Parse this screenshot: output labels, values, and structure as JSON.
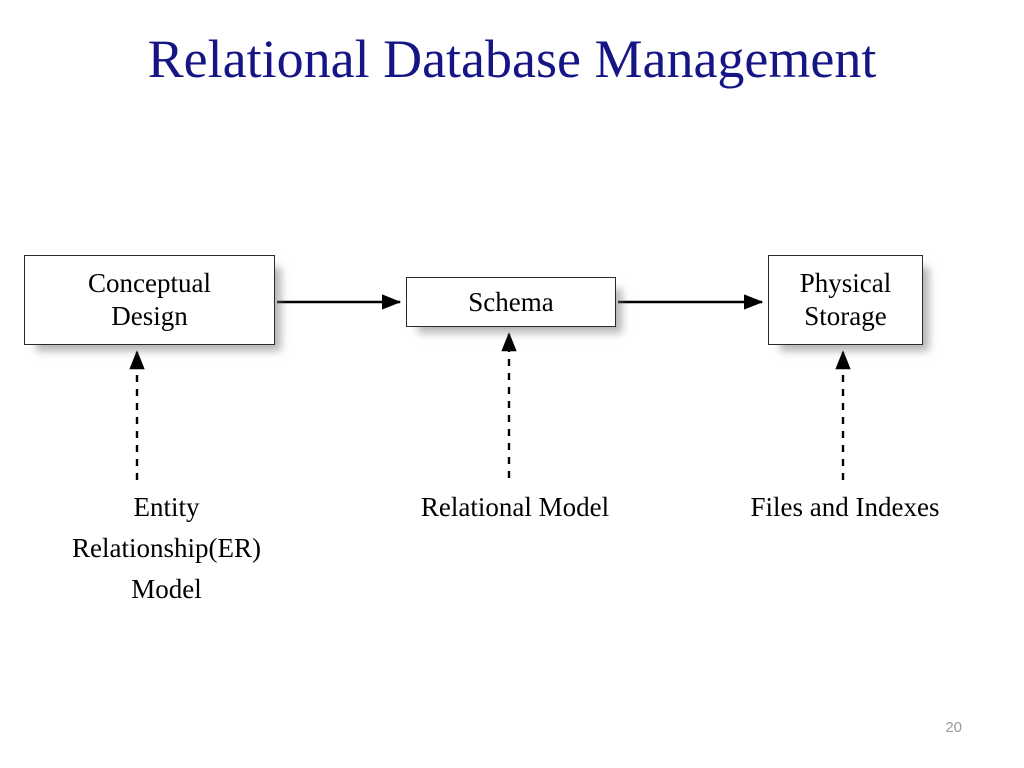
{
  "slide": {
    "title": "Relational Database Management",
    "title_color": "#151585",
    "background_color": "#ffffff",
    "page_number": "20",
    "page_number_color": "#9a9a9a"
  },
  "diagram": {
    "type": "flow",
    "boxes": [
      {
        "id": "conceptual-design",
        "text": "Conceptual\nDesign",
        "line1": "Conceptual",
        "line2": "Design"
      },
      {
        "id": "schema",
        "text": "Schema",
        "line1": "Schema",
        "line2": ""
      },
      {
        "id": "physical-storage",
        "text": "Physical\nStorage",
        "line1": "Physical",
        "line2": "Storage"
      }
    ],
    "captions": [
      {
        "id": "er-model",
        "text": "Entity Relationship(ER) Model",
        "line1": "Entity",
        "line2": "Relationship(ER)",
        "line3": "Model"
      },
      {
        "id": "relational-model",
        "text": "Relational Model",
        "line1": "Relational Model",
        "line2": "",
        "line3": ""
      },
      {
        "id": "files-indexes",
        "text": "Files and Indexes",
        "line1": "Files and Indexes",
        "line2": "",
        "line3": ""
      }
    ],
    "connectors": [
      {
        "id": "conceptual-to-schema",
        "style": "solid",
        "direction": "right",
        "from": "conceptual-design",
        "to": "schema"
      },
      {
        "id": "schema-to-physical",
        "style": "solid",
        "direction": "right",
        "from": "schema",
        "to": "physical-storage"
      },
      {
        "id": "er-model-to-conceptual",
        "style": "dashed",
        "direction": "up",
        "from": "er-model",
        "to": "conceptual-design"
      },
      {
        "id": "relational-model-to-schema",
        "style": "dashed",
        "direction": "up",
        "from": "relational-model",
        "to": "schema"
      },
      {
        "id": "files-indexes-to-physical",
        "style": "dashed",
        "direction": "up",
        "from": "files-indexes",
        "to": "physical-storage"
      }
    ],
    "line_color": "#000000",
    "box_border_color": "#2b2b2b",
    "box_fill_color": "#ffffff",
    "box_shadow_color": "#999999"
  }
}
